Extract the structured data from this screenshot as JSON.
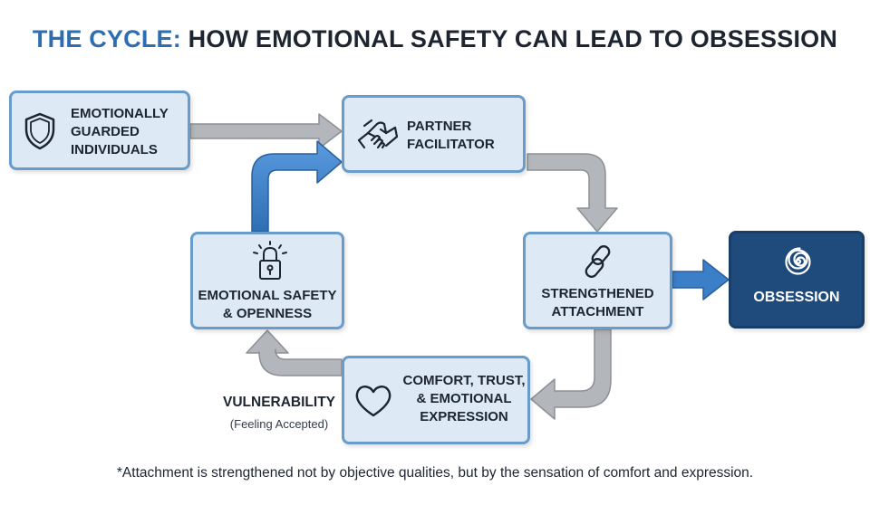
{
  "title": {
    "accent": "THE CYCLE:",
    "rest": " HOW EMOTIONAL SAFETY CAN LEAD TO OBSESSION"
  },
  "nodes": {
    "guarded": {
      "lines": [
        "EMOTIONALLY",
        "GUARDED",
        "INDIVIDUALS"
      ],
      "icon": "shield-icon"
    },
    "partner": {
      "lines": [
        "PARTNER",
        "FACILITATOR"
      ],
      "icon": "handshake-icon"
    },
    "safety": {
      "lines": [
        "EMOTIONAL SAFETY",
        "& OPENNESS"
      ],
      "icon": "padlock-icon"
    },
    "attachment": {
      "lines": [
        "STRENGTHENED",
        "ATTACHMENT"
      ],
      "icon": "chain-link-icon"
    },
    "comfort": {
      "lines": [
        "COMFORT, TRUST,",
        "& EMOTIONAL",
        "EXPRESSION"
      ],
      "icon": "heart-icon"
    },
    "obsession": {
      "lines": [
        "OBSESSION"
      ],
      "icon": "spiral-icon"
    }
  },
  "edge_labels": {
    "vulnerability": "VULNERABILITY",
    "vulnerability_sub": "(Feeling Accepted)"
  },
  "footnote": "*Attachment is strengthened not by objective qualities, but by the sensation of comfort and expression.",
  "colors": {
    "title_accent": "#2d6eb3",
    "node_fill": "#dde9f5",
    "node_border": "#6a9ccb",
    "obsession_fill": "#1e4b7c",
    "arrow_gray": "#b3b6ba",
    "arrow_blue": "#3b7fc9"
  }
}
